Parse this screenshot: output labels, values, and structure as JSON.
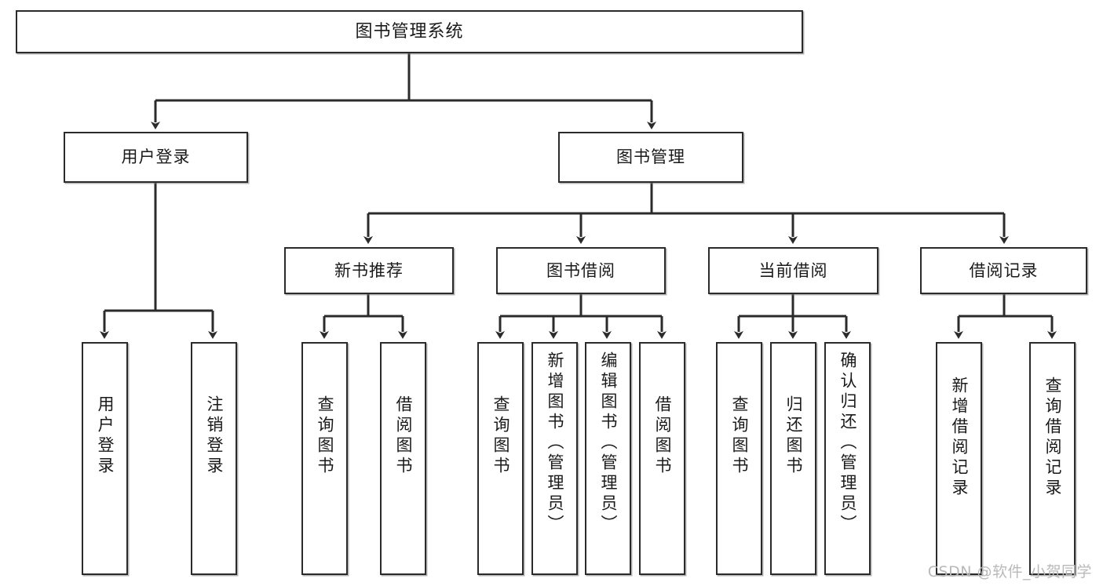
{
  "diagram": {
    "title": "图书管理系统",
    "type": "功能结构图",
    "watermark": "CSDN @软件_小贺同学",
    "colors": {
      "box_border": "#2b2b2b",
      "box_fill": "#ffffff",
      "connector": "#2b2b2b",
      "watermark": "#b9b9b9",
      "page_background": "#ffffff"
    }
  },
  "nodes": {
    "root": {
      "label": "图书管理系统",
      "level": 1,
      "orientation": "horizontal"
    },
    "level2": [
      {
        "id": "user-login",
        "label": "用户登录",
        "orientation": "horizontal"
      },
      {
        "id": "book-manage",
        "label": "图书管理",
        "orientation": "horizontal"
      }
    ],
    "level3": [
      {
        "id": "new-book-recommend",
        "label": "新书推荐",
        "orientation": "horizontal"
      },
      {
        "id": "book-borrow",
        "label": "图书借阅",
        "orientation": "horizontal"
      },
      {
        "id": "current-borrow",
        "label": "当前借阅",
        "orientation": "horizontal"
      },
      {
        "id": "borrow-record",
        "label": "借阅记录",
        "orientation": "horizontal"
      }
    ],
    "leaves": {
      "user_login": [
        {
          "id": "leaf-user-login",
          "label": "用户登录",
          "orientation": "vertical"
        },
        {
          "id": "leaf-logout-login",
          "label": "注销登录",
          "orientation": "vertical"
        }
      ],
      "new_book_recommend": [
        {
          "id": "leaf-query-book-1",
          "label": "查询图书",
          "orientation": "vertical"
        },
        {
          "id": "leaf-borrow-book-1",
          "label": "借阅图书",
          "orientation": "vertical"
        }
      ],
      "book_borrow": [
        {
          "id": "leaf-query-book-2",
          "label": "查询图书",
          "orientation": "vertical"
        },
        {
          "id": "leaf-add-book",
          "label": "新增图书（管理员）",
          "orientation": "vertical"
        },
        {
          "id": "leaf-edit-book",
          "label": "编辑图书（管理员）",
          "orientation": "vertical"
        },
        {
          "id": "leaf-borrow-book-2",
          "label": "借阅图书",
          "orientation": "vertical"
        }
      ],
      "current_borrow": [
        {
          "id": "leaf-query-book-3",
          "label": "查询图书",
          "orientation": "vertical"
        },
        {
          "id": "leaf-return-book",
          "label": "归还图书",
          "orientation": "vertical"
        },
        {
          "id": "leaf-confirm-return",
          "label": "确认归还（管理员）",
          "orientation": "vertical"
        }
      ],
      "borrow_record": [
        {
          "id": "leaf-add-record",
          "label": "新增借阅记录",
          "orientation": "vertical"
        },
        {
          "id": "leaf-query-record",
          "label": "查询借阅记录",
          "orientation": "vertical"
        }
      ]
    }
  },
  "edges": [
    {
      "from": "图书管理系统",
      "to": "用户登录"
    },
    {
      "from": "图书管理系统",
      "to": "图书管理"
    },
    {
      "from": "图书管理",
      "to": "新书推荐"
    },
    {
      "from": "图书管理",
      "to": "图书借阅"
    },
    {
      "from": "图书管理",
      "to": "当前借阅"
    },
    {
      "from": "图书管理",
      "to": "借阅记录"
    },
    {
      "from": "用户登录",
      "to": "用户登录"
    },
    {
      "from": "用户登录",
      "to": "注销登录"
    },
    {
      "from": "新书推荐",
      "to": "查询图书"
    },
    {
      "from": "新书推荐",
      "to": "借阅图书"
    },
    {
      "from": "图书借阅",
      "to": "查询图书"
    },
    {
      "from": "图书借阅",
      "to": "新增图书（管理员）"
    },
    {
      "from": "图书借阅",
      "to": "编辑图书（管理员）"
    },
    {
      "from": "图书借阅",
      "to": "借阅图书"
    },
    {
      "from": "当前借阅",
      "to": "查询图书"
    },
    {
      "from": "当前借阅",
      "to": "归还图书"
    },
    {
      "from": "当前借阅",
      "to": "确认归还（管理员）"
    },
    {
      "from": "借阅记录",
      "to": "新增借阅记录"
    },
    {
      "from": "借阅记录",
      "to": "查询借阅记录"
    }
  ]
}
